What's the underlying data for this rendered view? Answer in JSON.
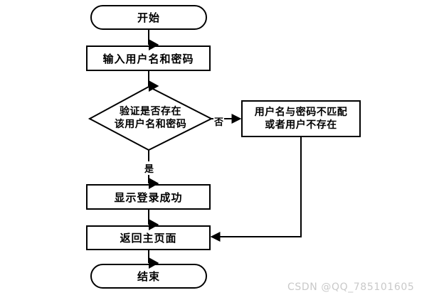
{
  "diagram": {
    "type": "flowchart",
    "title": "",
    "background_color": "#ffffff",
    "stroke_color": "#000000",
    "text_color": "#000000",
    "nodes": {
      "start": {
        "label": "开始",
        "shape": "terminal"
      },
      "input": {
        "label": "输入用户名和密码",
        "shape": "process"
      },
      "decision": {
        "line1": "验证是否存在",
        "line2": "该用户名和密码",
        "shape": "decision"
      },
      "error": {
        "line1": "用户名与密码不匹配",
        "line2": "或者用户不存在",
        "shape": "process"
      },
      "success": {
        "label": "显示登录成功",
        "shape": "process"
      },
      "home": {
        "label": "返回主页面",
        "shape": "process"
      },
      "end": {
        "label": "结束",
        "shape": "terminal"
      }
    },
    "edge_labels": {
      "no_branch": "否",
      "yes_branch": "是"
    }
  },
  "watermark": {
    "text": "CSDN @QQ_785101605",
    "color": "#c9c9c9"
  }
}
